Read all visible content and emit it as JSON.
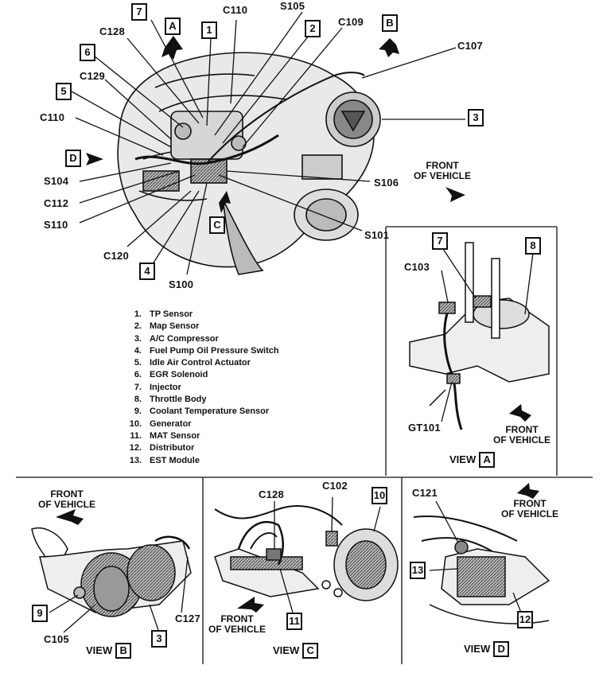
{
  "main": {
    "callouts": {
      "c110_top": "C110",
      "s105": "S105",
      "c109": "C109",
      "c128": "C128",
      "c107": "C107",
      "c129": "C129",
      "c110_left": "C110",
      "s104": "S104",
      "c112": "C112",
      "s110": "S110",
      "c120": "C120",
      "s100": "S100",
      "s106": "S106",
      "s101": "S101"
    },
    "boxes": {
      "b7": "7",
      "bA": "A",
      "b1": "1",
      "b2": "2",
      "bB": "B",
      "b6": "6",
      "b5": "5",
      "b3": "3",
      "bD": "D",
      "bC": "C",
      "b4": "4"
    },
    "front_title": "FRONT\nOF VEHICLE"
  },
  "legend": [
    {
      "num": "1.",
      "text": "TP Sensor"
    },
    {
      "num": "2.",
      "text": "Map Sensor"
    },
    {
      "num": "3.",
      "text": "A/C Compressor"
    },
    {
      "num": "4.",
      "text": "Fuel Pump Oil Pressure Switch"
    },
    {
      "num": "5.",
      "text": "Idle Air Control Actuator"
    },
    {
      "num": "6.",
      "text": "EGR Solenoid"
    },
    {
      "num": "7.",
      "text": "Injector"
    },
    {
      "num": "8.",
      "text": "Throttle Body"
    },
    {
      "num": "9.",
      "text": "Coolant Temperature Sensor"
    },
    {
      "num": "10.",
      "text": "Generator"
    },
    {
      "num": "11.",
      "text": "MAT Sensor"
    },
    {
      "num": "12.",
      "text": "Distributor"
    },
    {
      "num": "13.",
      "text": "EST Module"
    }
  ],
  "view_a": {
    "b7": "7",
    "b8": "8",
    "c103": "C103",
    "gt101": "GT101",
    "front": "FRONT\nOF VEHICLE",
    "view_label": "VIEW",
    "view_letter": "A"
  },
  "view_b": {
    "front": "FRONT\nOF VEHICLE",
    "b9": "9",
    "c105": "C105",
    "c127": "C127",
    "b3": "3",
    "view_label": "VIEW",
    "view_letter": "B"
  },
  "view_c": {
    "c128": "C128",
    "c102": "C102",
    "b10": "10",
    "b11": "11",
    "front": "FRONT\nOF VEHICLE",
    "view_label": "VIEW",
    "view_letter": "C"
  },
  "view_d": {
    "c121": "C121",
    "front": "FRONT\nOF VEHICLE",
    "b13": "13",
    "b12": "12",
    "view_label": "VIEW",
    "view_letter": "D"
  }
}
